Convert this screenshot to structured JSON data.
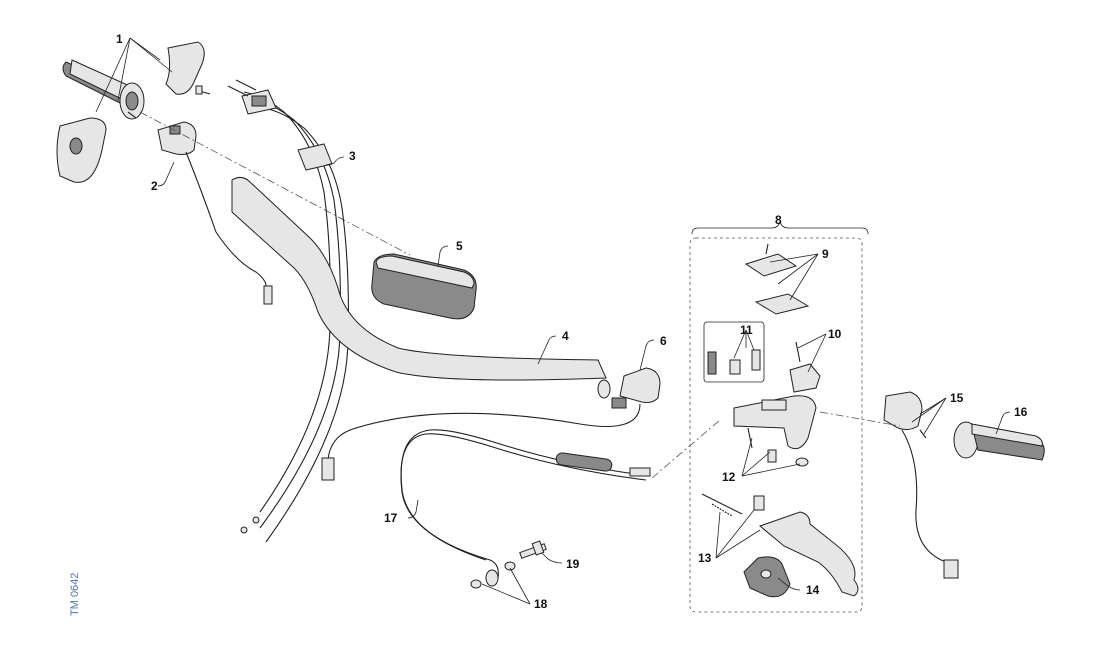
{
  "diagram": {
    "reference_code": "TM 0642",
    "callouts": {
      "c1": "1",
      "c2": "2",
      "c3": "3",
      "c4": "4",
      "c5": "5",
      "c6": "6",
      "c8": "8",
      "c9": "9",
      "c10": "10",
      "c11": "11",
      "c12": "12",
      "c13": "13",
      "c14": "14",
      "c15": "15",
      "c16": "16",
      "c17": "17",
      "c18": "18",
      "c19": "19"
    }
  }
}
